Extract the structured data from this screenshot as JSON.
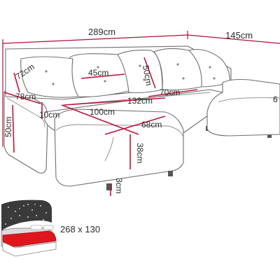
{
  "dimensions": {
    "total_length": "289cm",
    "chaise_depth": "145cm",
    "armrest_height": "72cm",
    "back_cushion_width": "45cm",
    "back_cushion_height": "50cm",
    "arm_width": "78cm",
    "seat_back_depth": "132cm",
    "seat_cushion_width": "70cm",
    "arm_thickness": "10cm",
    "seat_length": "100cm",
    "seat_depth": "68cm",
    "seat_height": "50cm",
    "seat_front_height": "38cm",
    "leg_height": "3cm",
    "right_edge_partial": "6"
  },
  "sleeping_area": {
    "size": "268 x 130"
  },
  "colors": {
    "guide": "#c0143c",
    "outline": "#6f6f6f",
    "bed_surface": "#e0161e",
    "fabric_pattern": "#3a3a3a"
  }
}
